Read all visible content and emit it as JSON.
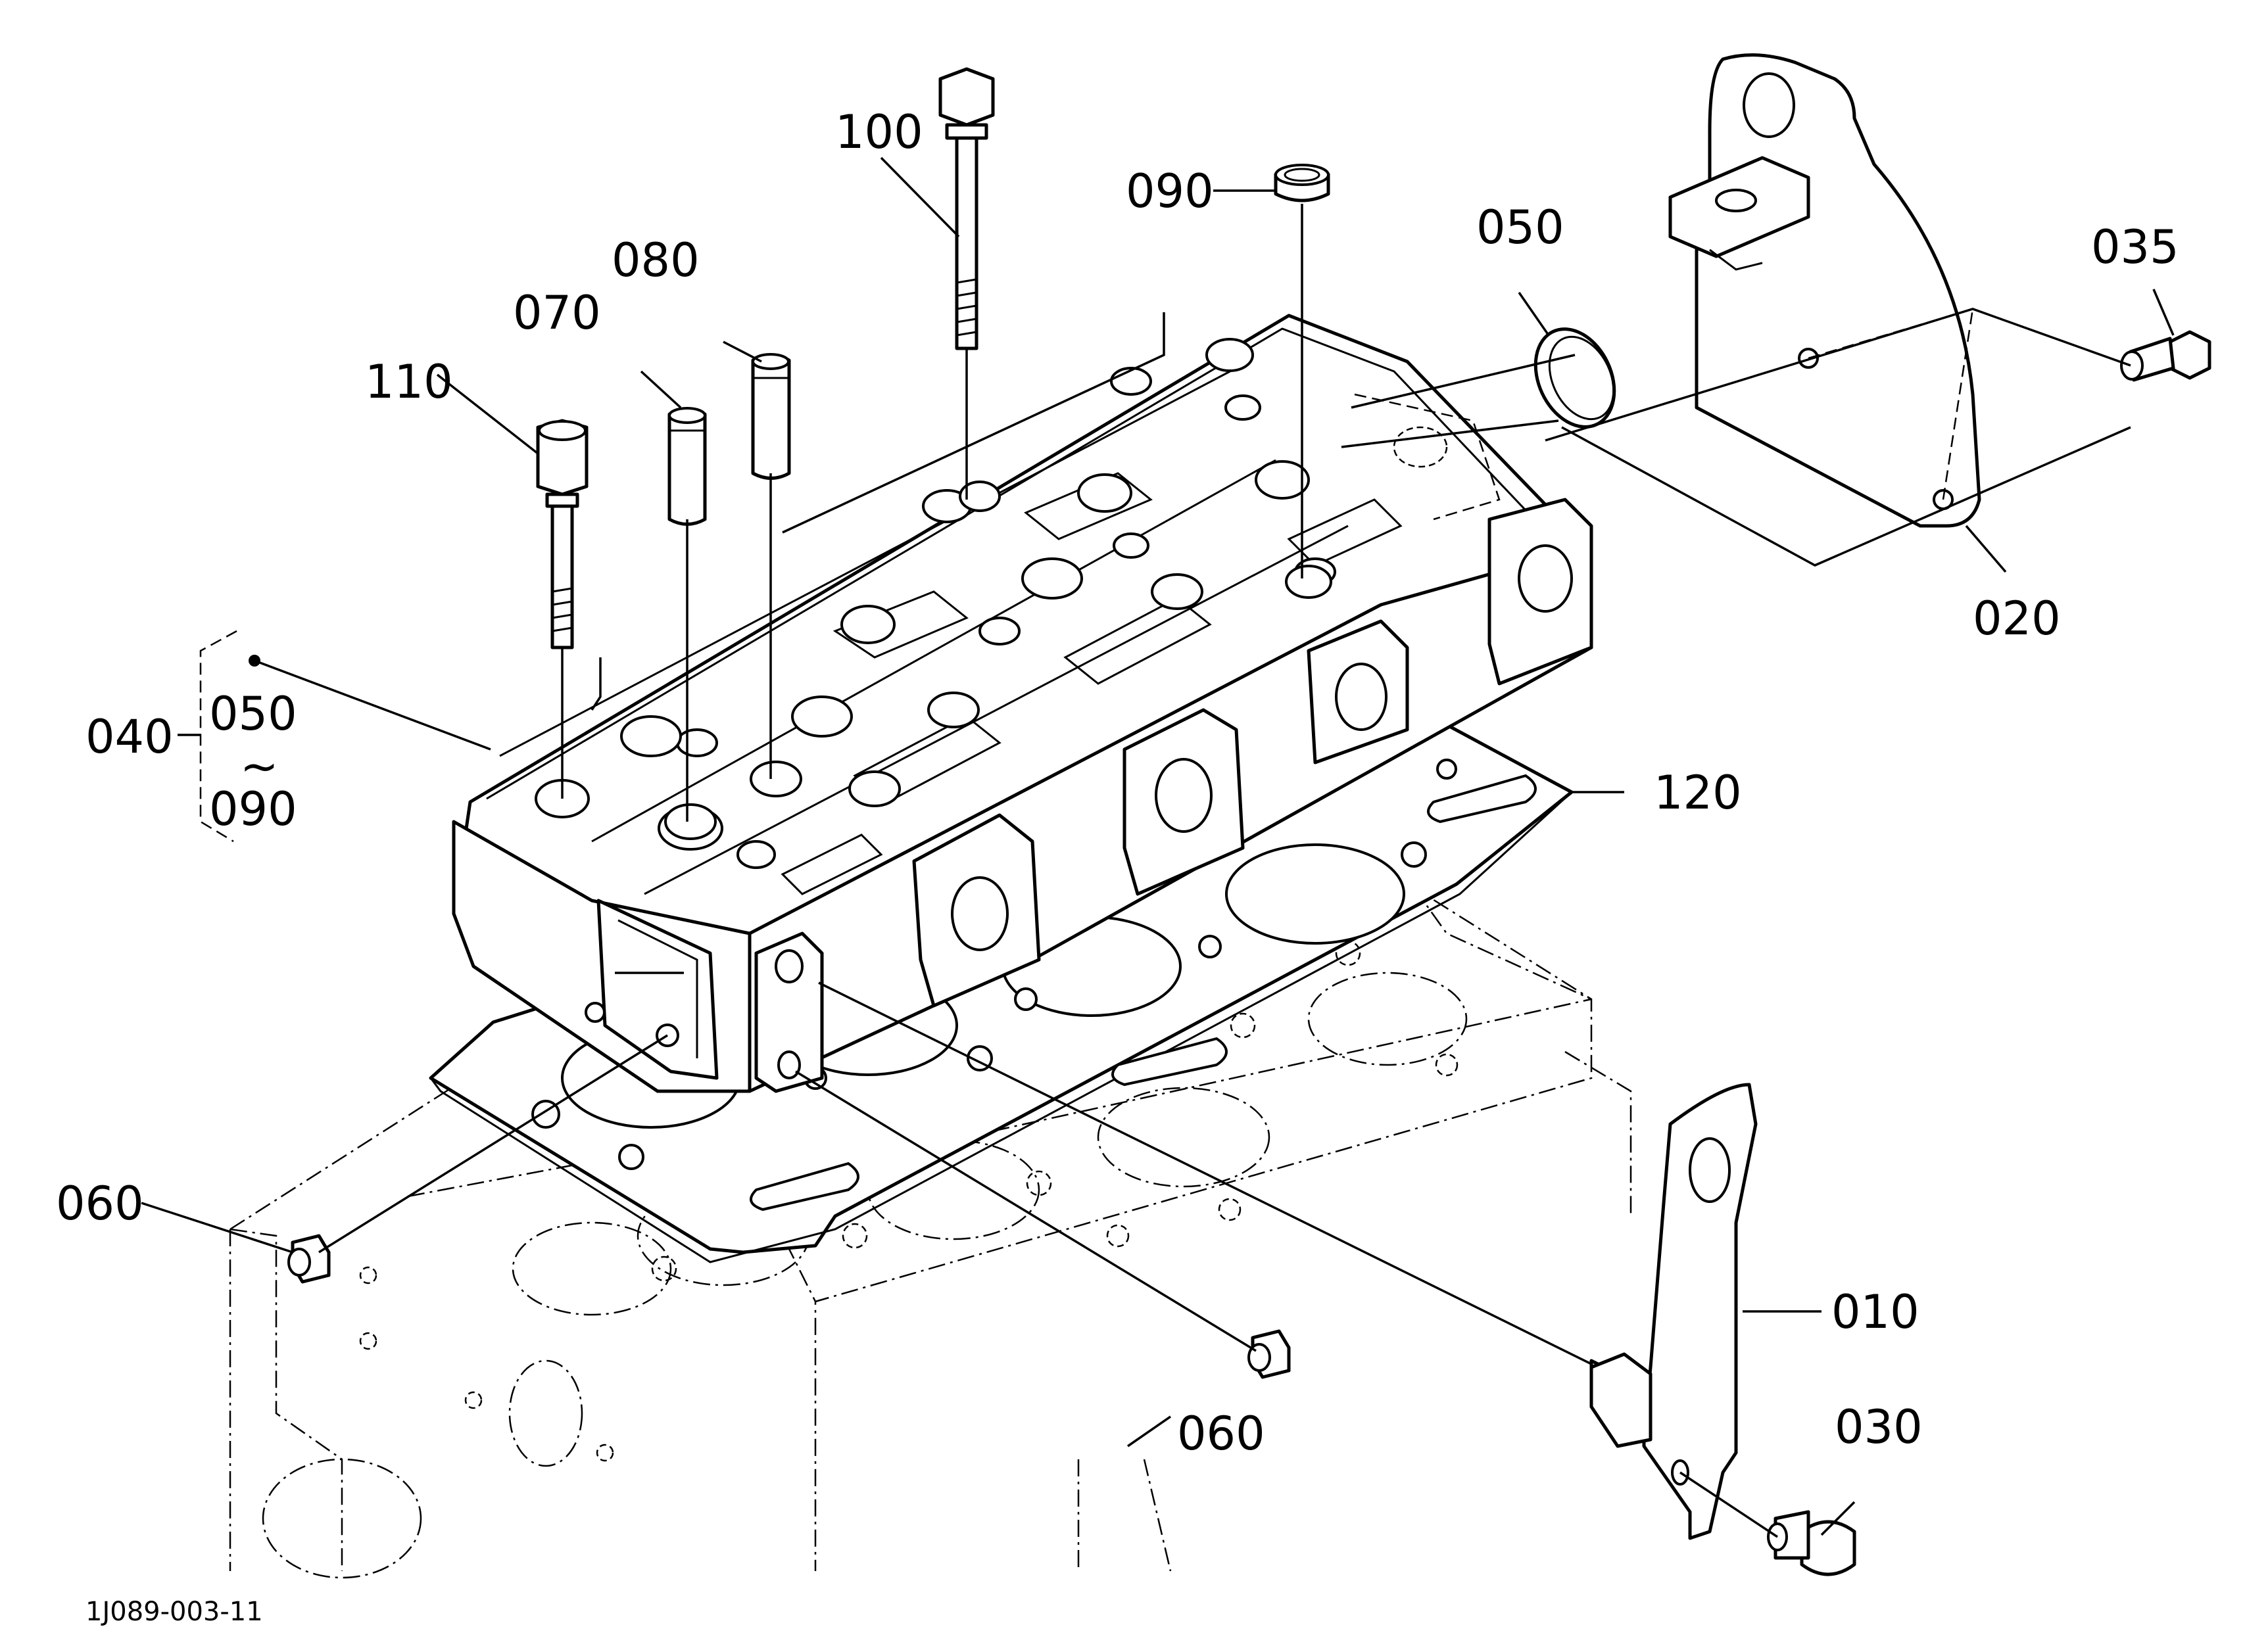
{
  "diagram": {
    "drawing_code": "1J089-003-11",
    "callouts": [
      {
        "id": "c100",
        "text": "100"
      },
      {
        "id": "c090_top",
        "text": "090"
      },
      {
        "id": "c050_top",
        "text": "050"
      },
      {
        "id": "c080",
        "text": "080"
      },
      {
        "id": "c070",
        "text": "070"
      },
      {
        "id": "c110",
        "text": "110"
      },
      {
        "id": "c035",
        "text": "035"
      },
      {
        "id": "c020",
        "text": "020"
      },
      {
        "id": "c040",
        "text": "040"
      },
      {
        "id": "c040_from",
        "text": "050"
      },
      {
        "id": "c040_sep",
        "text": "~"
      },
      {
        "id": "c040_to",
        "text": "090"
      },
      {
        "id": "c120",
        "text": "120"
      },
      {
        "id": "c060_left",
        "text": "060"
      },
      {
        "id": "c060_mid",
        "text": "060"
      },
      {
        "id": "c010",
        "text": "010"
      },
      {
        "id": "c030",
        "text": "030"
      }
    ]
  }
}
